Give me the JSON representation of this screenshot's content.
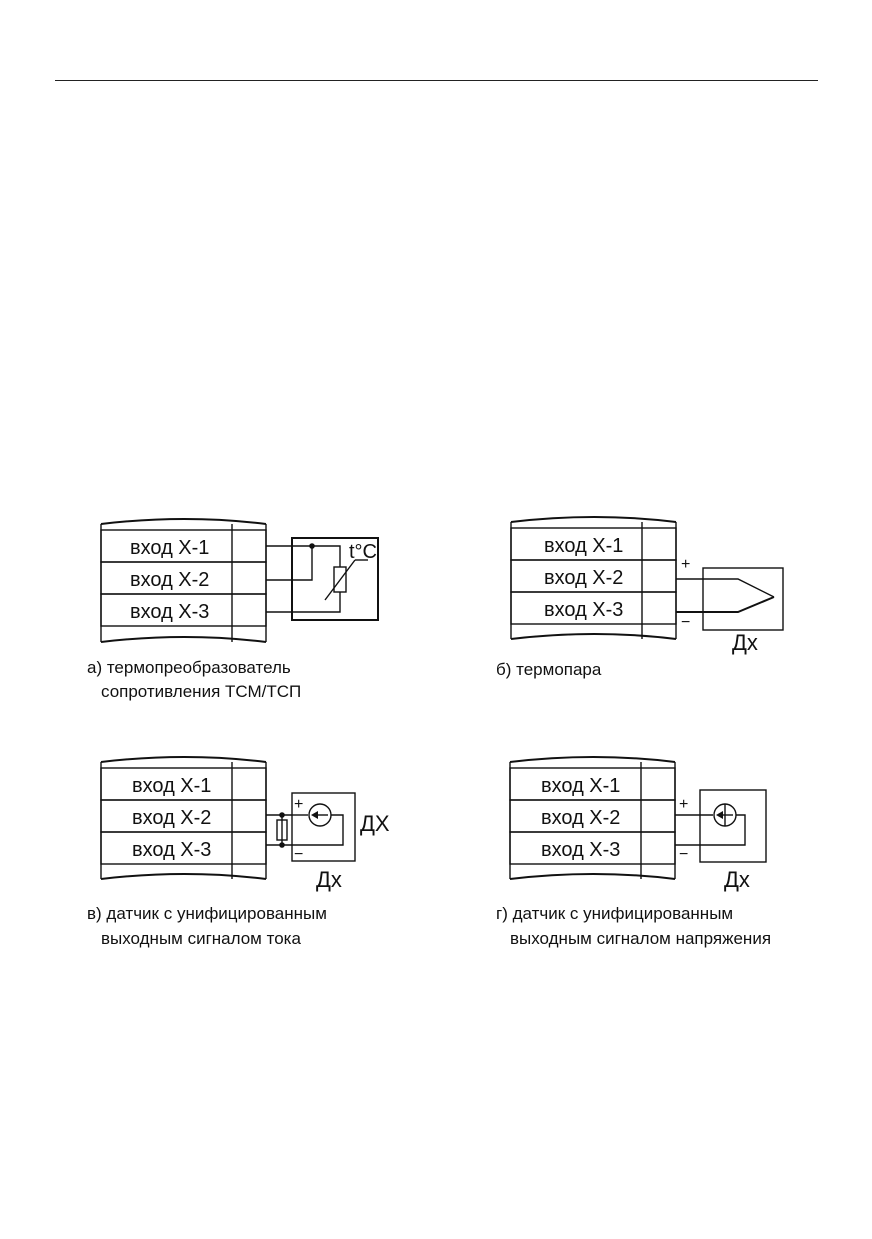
{
  "inputs": [
    "вход Х-1",
    "вход Х-2",
    "вход Х-3"
  ],
  "symbols": {
    "temp_unit": "t°C",
    "plus": "+",
    "minus": "−",
    "sensor_tag": "Дх",
    "dx_label": "ДХ"
  },
  "captions": {
    "a": [
      "а) термопреобразователь",
      "сопротивления ТСМ/ТСП"
    ],
    "b": [
      "б) термопара"
    ],
    "v": [
      "в) датчик с унифицированным",
      "выходным сигналом тока"
    ],
    "g": [
      "г) датчик с унифицированным",
      "выходным сигналом напряжения"
    ]
  }
}
